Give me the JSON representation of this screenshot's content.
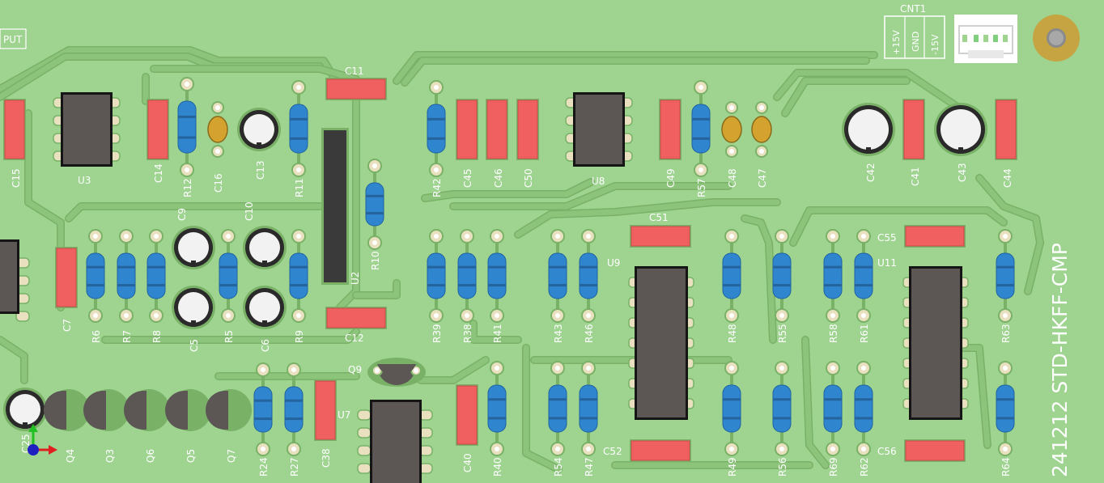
{
  "board": {
    "title": "241212 STD-HKFF-CMP",
    "input_label": "PUT",
    "colors": {
      "substrate": "#9ed390",
      "trace": "#8cc47b",
      "trace_edge": "#79b267",
      "pad": "#e9e0c0",
      "smd": "#f06060",
      "resistor": "#2f86cf",
      "ic": "#5c5654",
      "ceramic": "#d4a22e",
      "mount_hole": "#c6a442",
      "silk": "#ffffff"
    }
  },
  "connector": {
    "ref": "CNT1",
    "pins": [
      "+15V",
      "GND",
      "-15V"
    ]
  },
  "components": {
    "ics": [
      {
        "ref": "U3",
        "pins": 8
      },
      {
        "ref": "U8",
        "pins": 8
      },
      {
        "ref": "U9",
        "pins": 14
      },
      {
        "ref": "U11",
        "pins": 14
      },
      {
        "ref": "U7",
        "pins": 8
      },
      {
        "ref": "U2",
        "pins": 0
      }
    ],
    "resistors": [
      "R12",
      "R11",
      "R10",
      "R42",
      "R57",
      "R6",
      "R7",
      "R8",
      "R5",
      "R9",
      "R39",
      "R38",
      "R41",
      "R43",
      "R46",
      "R48",
      "R55",
      "R58",
      "R61",
      "R63",
      "R24",
      "R27",
      "R40",
      "R54",
      "R47",
      "R49",
      "R56",
      "R69",
      "R62",
      "R64"
    ],
    "smd_caps": [
      "C15",
      "C14",
      "C11",
      "C45",
      "C46",
      "C50",
      "C49",
      "C41",
      "C44",
      "C7",
      "C12",
      "C51",
      "C55",
      "C52",
      "C56",
      "C38",
      "C40"
    ],
    "ceramic_caps": [
      "C16",
      "C48",
      "C47"
    ],
    "electrolytic_caps": [
      "C13",
      "C42",
      "C43",
      "C9",
      "C10",
      "C5",
      "C6",
      "C25"
    ],
    "transistors": [
      "Q9",
      "Q4",
      "Q3",
      "Q6",
      "Q5",
      "Q7"
    ]
  },
  "axes": {
    "x": "x",
    "y": "y"
  }
}
